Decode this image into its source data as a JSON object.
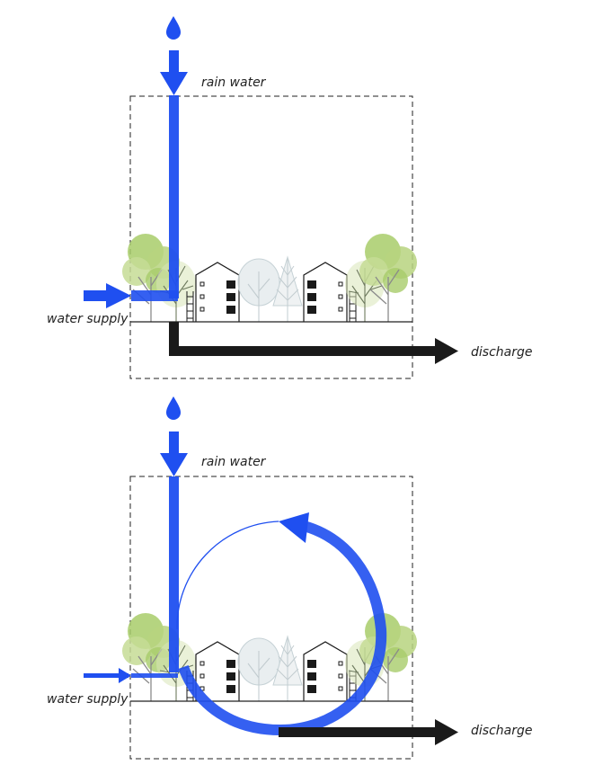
{
  "colors": {
    "water": "#1f4ff0",
    "discharge": "#1a1a1a",
    "boundary": "#222222",
    "foliage": "#a8cc6a",
    "foliage_light": "#cfe0a8",
    "ghost_tree": "#cdd8dc",
    "building": "#1a1a1a"
  },
  "diagrams": [
    {
      "name": "linear-water-flow",
      "labels": {
        "rain": "rain water",
        "supply": "water supply",
        "discharge": "discharge"
      }
    },
    {
      "name": "circular-water-flow",
      "labels": {
        "rain": "rain water",
        "supply": "water supply",
        "discharge": "discharge"
      }
    }
  ]
}
